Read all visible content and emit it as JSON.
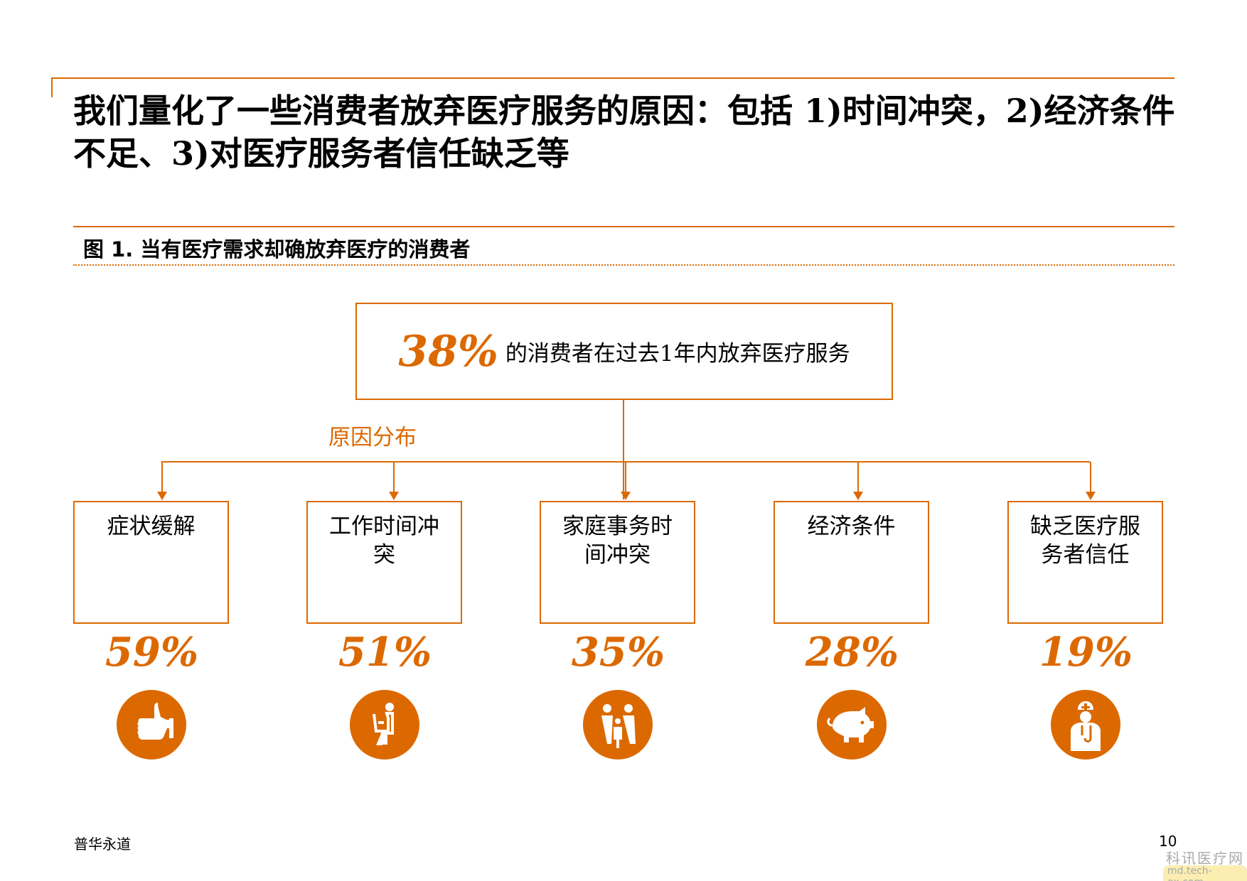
{
  "title": "我们量化了一些消费者放弃医疗服务的原因：包括 1)时间冲突，2)经济条件不足、3)对医疗服务者信任缺乏等",
  "figure_caption": "图 1. 当有医疗需求却确放弃医疗的消费者",
  "top_box": {
    "percent": "38%",
    "text": "的消费者在过去1年内放弃医疗服务"
  },
  "branch_label": "原因分布",
  "reasons": [
    {
      "label": "症状缓解",
      "percent": "59%",
      "icon": "thumbs-up-icon"
    },
    {
      "label": "工作时间冲突",
      "percent": "51%",
      "icon": "person-at-desk-icon"
    },
    {
      "label": "家庭事务时间冲突",
      "percent": "35%",
      "icon": "family-icon"
    },
    {
      "label": "经济条件",
      "percent": "28%",
      "icon": "piggy-bank-icon"
    },
    {
      "label": "缺乏医疗服务者信任",
      "percent": "19%",
      "icon": "doctor-icon"
    }
  ],
  "footer": "普华永道",
  "page_number": "10",
  "watermark": {
    "name": "科讯医疗网",
    "url": "md.tech-ex.com"
  },
  "colors": {
    "accent": "#DC6900"
  }
}
